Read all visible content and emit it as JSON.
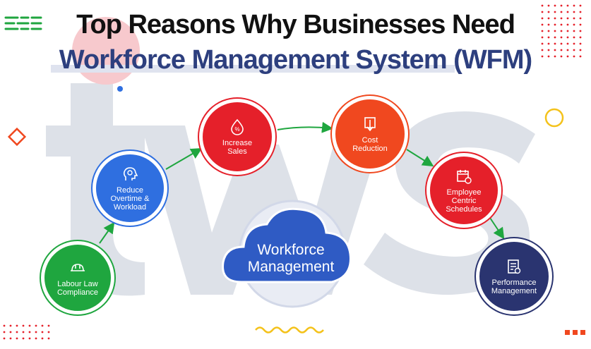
{
  "title": {
    "line1": "Top Reasons Why Businesses Need",
    "line2": "Workforce Management System (WFM)"
  },
  "center": {
    "label": "Workforce\nManagement"
  },
  "nodes": [
    {
      "label": "Labour Law\nCompliance",
      "icon": "hard-hat-icon",
      "color": "#1fa63f"
    },
    {
      "label": "Reduce\nOvertime &\nWorkload",
      "icon": "head-gear-icon",
      "color": "#2f6fe0"
    },
    {
      "label": "Increase\nSales",
      "icon": "percent-drop-icon",
      "color": "#e5202a"
    },
    {
      "label": "Cost\nReduction",
      "icon": "down-arrow-box-icon",
      "color": "#f0481f"
    },
    {
      "label": "Employee\nCentric\nSchedules",
      "icon": "calendar-clock-icon",
      "color": "#e5202a"
    },
    {
      "label": "Performance\nManagement",
      "icon": "checklist-icon",
      "color": "#2a3470"
    }
  ],
  "colors": {
    "arrow": "#1fa63f",
    "accent_red": "#e5202a",
    "navy": "#2d3f7e",
    "watermark": "#dde1e8",
    "yellow": "#f4c21b"
  }
}
